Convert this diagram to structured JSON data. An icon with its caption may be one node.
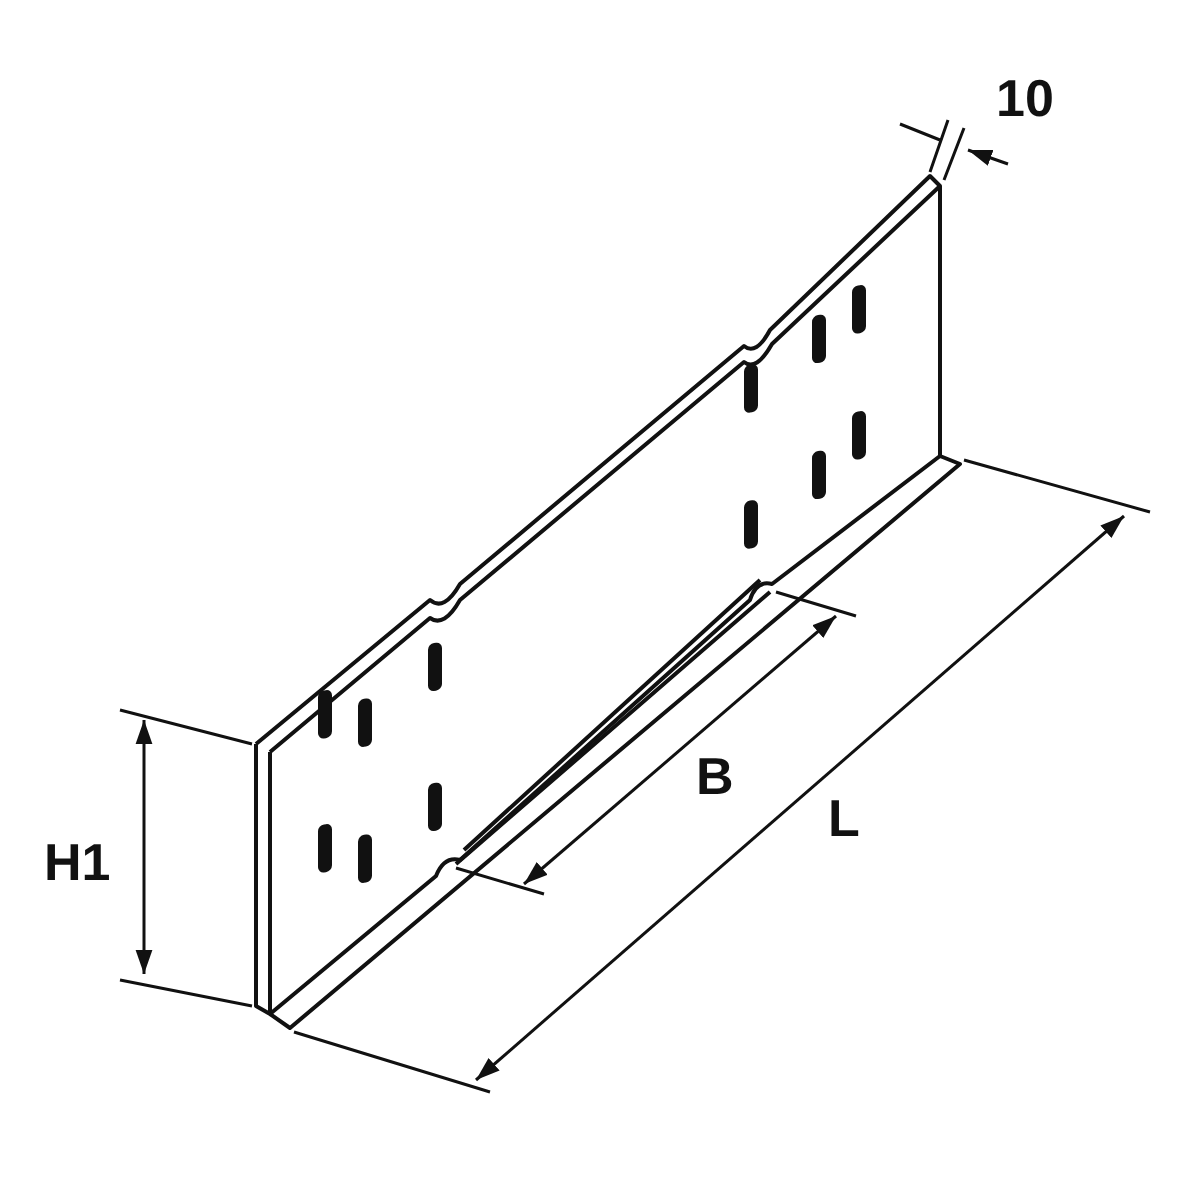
{
  "diagram": {
    "labels": [
      "10",
      "H1",
      "B",
      "L"
    ]
  }
}
